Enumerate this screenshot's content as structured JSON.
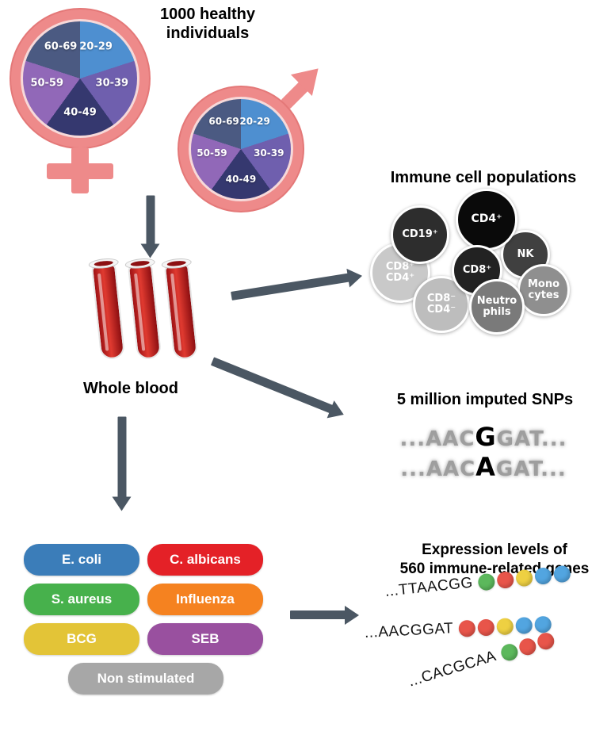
{
  "cohort": {
    "title_line1": "1000 healthy",
    "title_line2": "individuals",
    "age_groups": [
      "20-29",
      "30-39",
      "40-49",
      "50-59",
      "60-69"
    ],
    "pie_colors": [
      "#4e8fd0",
      "#6f5fae",
      "#35386f",
      "#9168b8",
      "#4b5a82"
    ],
    "symbol_color": "#ee8a8a"
  },
  "blood": {
    "label": "Whole blood"
  },
  "immune": {
    "title": "Immune cell populations",
    "cells": [
      {
        "label": "CD19⁺",
        "bg": "#2d2d2d",
        "fg": "#ffffff"
      },
      {
        "label": "CD4⁺",
        "bg": "#0a0a0a",
        "fg": "#ffffff"
      },
      {
        "label": "NK",
        "bg": "#404040",
        "fg": "#ffffff"
      },
      {
        "label": "CD8⁺",
        "bg": "#222222",
        "fg": "#ffffff"
      },
      {
        "label": "CD8⁺\nCD4⁺",
        "bg": "#c9c9c9",
        "fg": "#ffffff"
      },
      {
        "label": "Mono\ncytes",
        "bg": "#8f8f8f",
        "fg": "#ffffff"
      },
      {
        "label": "Neutro\nphils",
        "bg": "#7a7a7a",
        "fg": "#ffffff"
      },
      {
        "label": "CD8⁻\nCD4⁻",
        "bg": "#bdbdbd",
        "fg": "#ffffff"
      }
    ]
  },
  "snps": {
    "title": "5 million imputed SNPs",
    "lines": [
      {
        "pre": "...AAC",
        "snp": "G",
        "post": "GAT..."
      },
      {
        "pre": "...AAC",
        "snp": "A",
        "post": "GAT..."
      }
    ]
  },
  "stimuli": {
    "items": [
      {
        "label": "E. coli",
        "color": "#3b7db9"
      },
      {
        "label": "C. albicans",
        "color": "#e42127"
      },
      {
        "label": "S. aureus",
        "color": "#47b14c"
      },
      {
        "label": "Influenza",
        "color": "#f58220"
      },
      {
        "label": "BCG",
        "color": "#e3c437"
      },
      {
        "label": "SEB",
        "color": "#99509f"
      },
      {
        "label": "Non stimulated",
        "color": "#a7a7a7"
      }
    ]
  },
  "expression": {
    "title_line1": "Expression levels of",
    "title_line2": "560 immune-related genes",
    "dot_colors": {
      "green": "#5cb85c",
      "red": "#e8554a",
      "yellow": "#eed042",
      "blue": "#52a5e0"
    },
    "rows": [
      {
        "seq": "...TTAACGG",
        "dots": [
          "green",
          "red",
          "yellow",
          "blue",
          "blue"
        ]
      },
      {
        "seq": "...AACGGAT",
        "dots": [
          "red",
          "red",
          "yellow",
          "blue",
          "blue"
        ]
      },
      {
        "seq": "...CACGCAA",
        "dots": [
          "green",
          "red",
          "red"
        ]
      }
    ]
  },
  "arrow_color": "#4b5763"
}
